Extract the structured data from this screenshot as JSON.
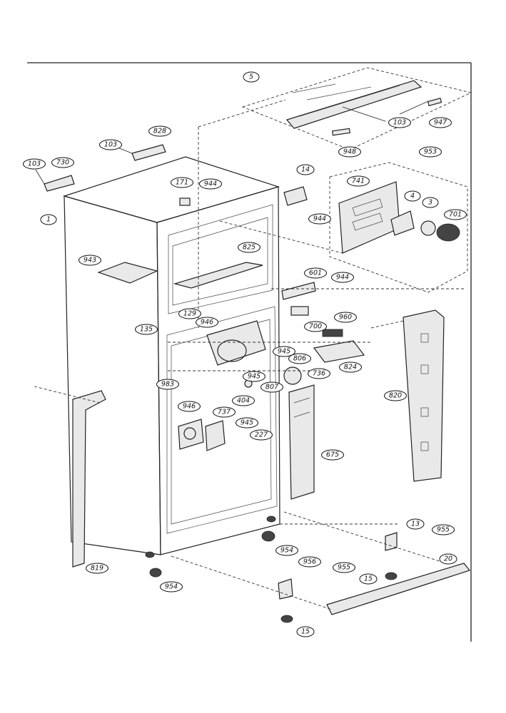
{
  "callouts": [
    {
      "id": "5",
      "label": "5"
    },
    {
      "id": "103-top",
      "label": "103"
    },
    {
      "id": "947",
      "label": "947"
    },
    {
      "id": "948",
      "label": "948"
    },
    {
      "id": "828",
      "label": "828"
    },
    {
      "id": "103-hinge",
      "label": "103"
    },
    {
      "id": "103-left",
      "label": "103"
    },
    {
      "id": "730",
      "label": "730"
    },
    {
      "id": "171",
      "label": "171"
    },
    {
      "id": "944-a",
      "label": "944"
    },
    {
      "id": "14",
      "label": "14"
    },
    {
      "id": "944-b",
      "label": "944"
    },
    {
      "id": "953",
      "label": "953"
    },
    {
      "id": "741",
      "label": "741"
    },
    {
      "id": "4",
      "label": "4"
    },
    {
      "id": "3",
      "label": "3"
    },
    {
      "id": "701",
      "label": "701"
    },
    {
      "id": "1",
      "label": "1"
    },
    {
      "id": "943",
      "label": "943"
    },
    {
      "id": "825",
      "label": "825"
    },
    {
      "id": "601",
      "label": "601"
    },
    {
      "id": "944-c",
      "label": "944"
    },
    {
      "id": "700",
      "label": "700"
    },
    {
      "id": "960",
      "label": "960"
    },
    {
      "id": "129",
      "label": "129"
    },
    {
      "id": "135",
      "label": "135"
    },
    {
      "id": "946-a",
      "label": "946"
    },
    {
      "id": "945-a",
      "label": "945"
    },
    {
      "id": "806",
      "label": "806"
    },
    {
      "id": "824",
      "label": "824"
    },
    {
      "id": "736",
      "label": "736"
    },
    {
      "id": "945-b",
      "label": "945"
    },
    {
      "id": "807",
      "label": "807"
    },
    {
      "id": "983",
      "label": "983"
    },
    {
      "id": "404",
      "label": "404"
    },
    {
      "id": "820",
      "label": "820"
    },
    {
      "id": "946-b",
      "label": "946"
    },
    {
      "id": "737",
      "label": "737"
    },
    {
      "id": "945-c",
      "label": "945"
    },
    {
      "id": "227",
      "label": "227"
    },
    {
      "id": "675",
      "label": "675"
    },
    {
      "id": "13",
      "label": "13"
    },
    {
      "id": "955-a",
      "label": "955"
    },
    {
      "id": "20",
      "label": "20"
    },
    {
      "id": "954-a",
      "label": "954"
    },
    {
      "id": "956",
      "label": "956"
    },
    {
      "id": "955-b",
      "label": "955"
    },
    {
      "id": "15-a",
      "label": "15"
    },
    {
      "id": "819",
      "label": "819"
    },
    {
      "id": "954-b",
      "label": "954"
    },
    {
      "id": "15-b",
      "label": "15"
    }
  ]
}
